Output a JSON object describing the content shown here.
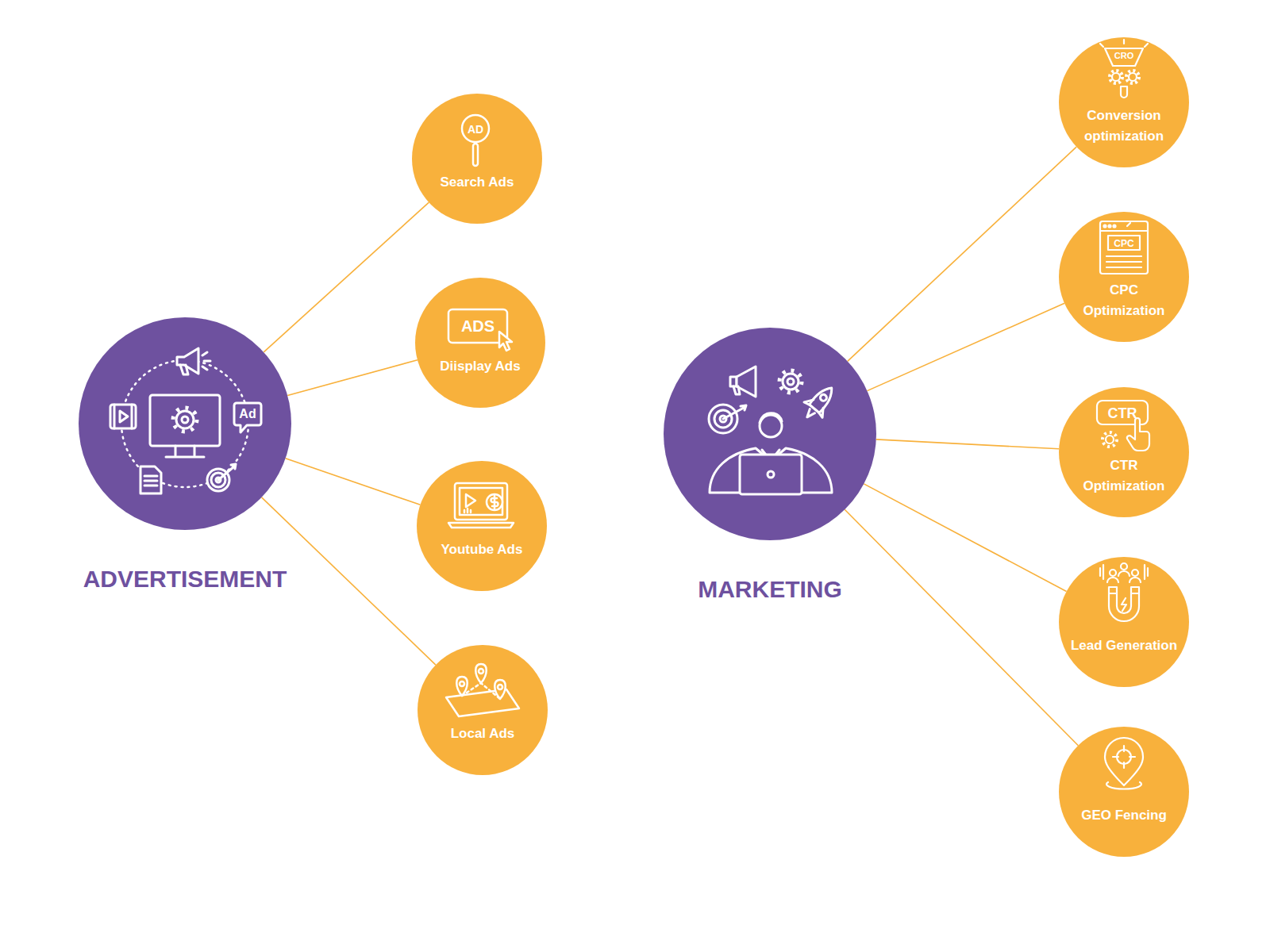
{
  "diagram": {
    "nodes": [
      {
        "text": [
          "Ad",
          "ADVERTISEMENT"
        ]
      },
      {
        "text": [
          "AD",
          "Search Ads"
        ]
      },
      {
        "text": [
          "ADS",
          "Diisplay Ads"
        ]
      },
      {
        "text": [
          "Youtube Ads"
        ]
      },
      {
        "text": [
          "Local Ads"
        ]
      },
      {
        "text": [
          "MARKETING"
        ]
      },
      {
        "text": [
          "CRO",
          "Conversion optimization"
        ]
      },
      {
        "text": [
          "CPC",
          "CPC Optimization"
        ]
      },
      {
        "text": [
          "CTR",
          "CTR Optimization"
        ]
      },
      {
        "text": [
          "Lead Generation"
        ]
      },
      {
        "text": [
          "GEO Fencing"
        ]
      }
    ],
    "edges": [
      {
        "from": 0,
        "to": 1,
        "arrow": "none"
      },
      {
        "from": 0,
        "to": 2,
        "arrow": "none"
      },
      {
        "from": 0,
        "to": 3,
        "arrow": "none"
      },
      {
        "from": 0,
        "to": 4,
        "arrow": "none"
      },
      {
        "from": 5,
        "to": 6,
        "arrow": "none"
      },
      {
        "from": 5,
        "to": 7,
        "arrow": "none"
      },
      {
        "from": 5,
        "to": 8,
        "arrow": "none"
      },
      {
        "from": 5,
        "to": 9,
        "arrow": "none"
      },
      {
        "from": 5,
        "to": 10,
        "arrow": "none"
      }
    ]
  }
}
